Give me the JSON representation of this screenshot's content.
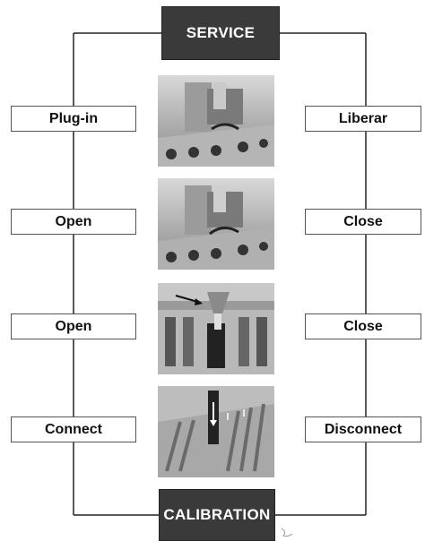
{
  "header": {
    "title": "SERVICE"
  },
  "footer": {
    "title": "CALIBRATION"
  },
  "left_labels": [
    "Plug-in",
    "Open",
    "Open",
    "Connect"
  ],
  "right_labels": [
    "Liberar",
    "Close",
    "Close",
    "Disconnect"
  ],
  "photos": [
    {
      "icon": "plug-in-device-photo"
    },
    {
      "icon": "open-close-device-photo"
    },
    {
      "icon": "arrow-insert-photo"
    },
    {
      "icon": "connector-pins-photo"
    }
  ],
  "colors": {
    "header_bg": "#3a3a3a",
    "line": "#222222"
  }
}
